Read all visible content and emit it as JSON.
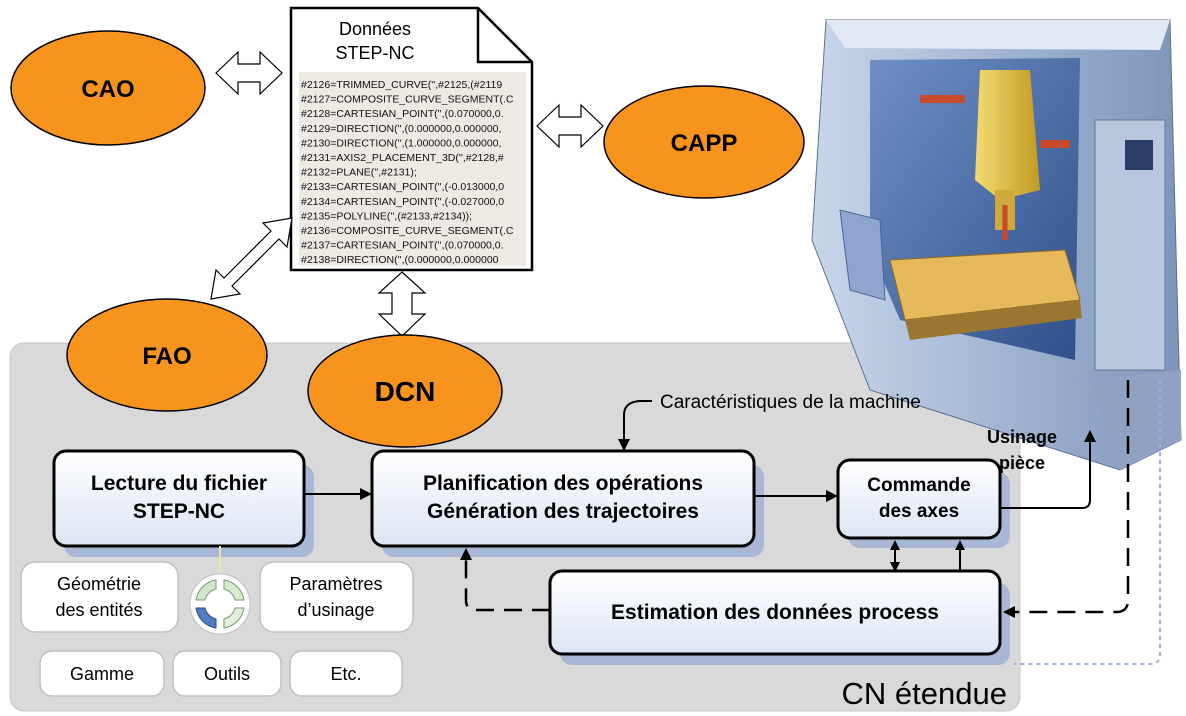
{
  "systems": {
    "cao": "CAO",
    "capp": "CAPP",
    "fao": "FAO",
    "dcn": "DCN"
  },
  "document": {
    "title_line1": "Données",
    "title_line2": "STEP-NC",
    "code_lines": [
      "#2126=TRIMMED_CURVE('',#2125,(#2119",
      "#2127=COMPOSITE_CURVE_SEGMENT(.C",
      "#2128=CARTESIAN_POINT('',(0.070000,0.",
      "#2129=DIRECTION('',(0.000000,0.000000,",
      "#2130=DIRECTION('',(1.000000,0.000000,",
      "#2131=AXIS2_PLACEMENT_3D('',#2128,#",
      "#2132=PLANE('',#2131);",
      "#2133=CARTESIAN_POINT('',(-0.013000,0",
      "#2134=CARTESIAN_POINT('',(-0.027000,0",
      "#2135=POLYLINE('',(#2133,#2134));",
      "#2136=COMPOSITE_CURVE_SEGMENT(.C",
      "#2137=CARTESIAN_POINT('',(0.070000,0.",
      "#2138=DIRECTION('',(0.000000,0.000000"
    ]
  },
  "blocks": {
    "lecture_line1": "Lecture du fichier",
    "lecture_line2": "STEP-NC",
    "planif_line1": "Planification des opérations",
    "planif_line2": "Génération des trajectoires",
    "commande_line1": "Commande",
    "commande_line2": "des axes",
    "estimation": "Estimation des données process"
  },
  "labels": {
    "caracteristiques": "Caractéristiques de la machine",
    "usinage_line1": "Usinage",
    "usinage_line2": "pièce",
    "cn_etendue": "CN étendue"
  },
  "data_items": {
    "geometrie_line1": "Géométrie",
    "geometrie_line2": "des entités",
    "parametres_line1": "Paramètres",
    "parametres_line2": "d’usinage",
    "gamme": "Gamme",
    "outils": "Outils",
    "etc": "Etc."
  },
  "illustration": {
    "machine": "machine-tool-illustration",
    "cycle": "cycle-arrows-icon"
  },
  "colors": {
    "ellipse_orange": "#F7941D",
    "region_gray": "#D9D9D9",
    "block_fill": "#E8EEF8",
    "block_shadow": "#A9B7D6"
  }
}
